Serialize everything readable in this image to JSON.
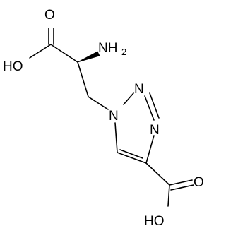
{
  "molecule": {
    "atoms": {
      "o_carbonyl_top": "O",
      "oh_top_O": "HO",
      "nh2_N": "NH",
      "nh2_sub": "2",
      "n1": "N",
      "n2": "N",
      "n3": "N",
      "o_carbonyl_bottom": "O",
      "oh_bottom": "HO"
    },
    "colors": {
      "bond": "#000000",
      "text": "#000000",
      "background": "#ffffff"
    }
  }
}
